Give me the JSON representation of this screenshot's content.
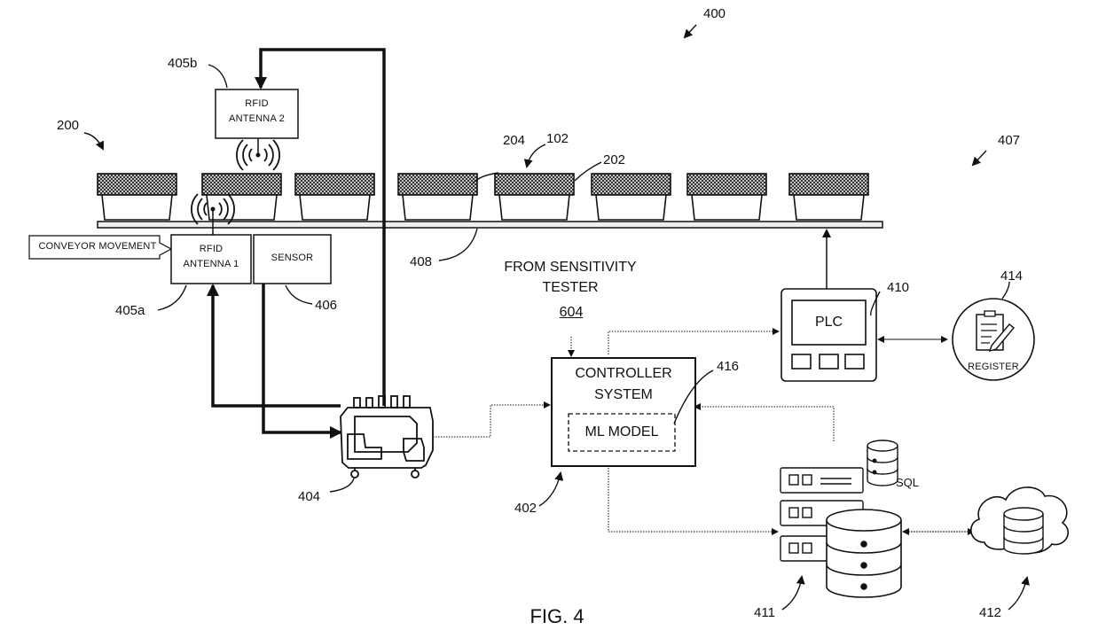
{
  "figure": {
    "caption": "FIG. 4"
  },
  "refs": {
    "system": "400",
    "tray_group": "200",
    "tray_end": "407",
    "antenna2": "405b",
    "antenna1": "405a",
    "sensor": "406",
    "conveyor": "408",
    "tray": "204",
    "plant": "102",
    "tray_body": "202",
    "sensitivity_ref": "604",
    "plc": "410",
    "register": "414",
    "ml": "416",
    "controller": "402",
    "reader": "404",
    "database": "411",
    "cloud": "412"
  },
  "labels": {
    "rfid_antenna2_line1": "RFID",
    "rfid_antenna2_line2": "ANTENNA 2",
    "rfid_antenna1_line1": "RFID",
    "rfid_antenna1_line2": "ANTENNA 1",
    "sensor": "SENSOR",
    "conveyor_movement": "CONVEYOR MOVEMENT",
    "from_tester_line1": "FROM SENSITIVITY",
    "from_tester_line2": "TESTER",
    "controller_line1": "CONTROLLER",
    "controller_line2": "SYSTEM",
    "ml_model": "ML MODEL",
    "plc": "PLC",
    "register": "REGISTER",
    "sql": "SQL"
  }
}
